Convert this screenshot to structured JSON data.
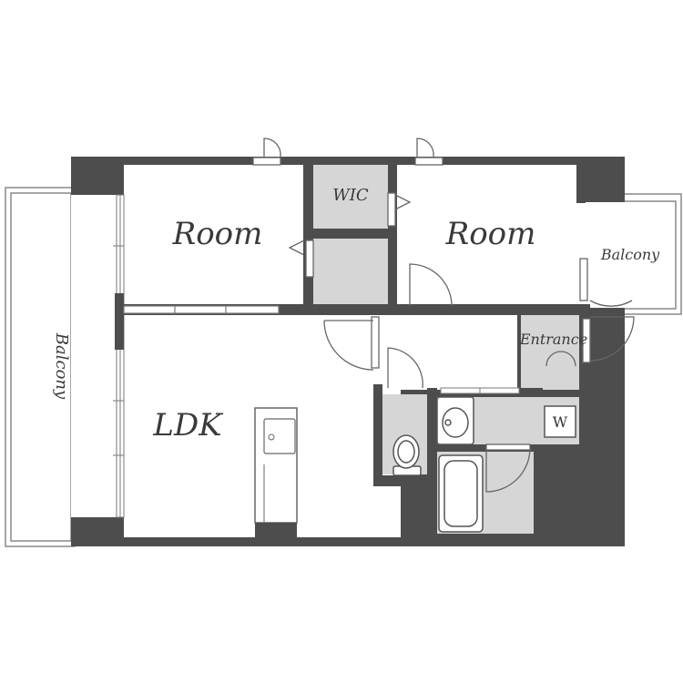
{
  "rooms": {
    "room_left": "Room",
    "room_right": "Room",
    "wic": "WIC",
    "ldk": "LDK",
    "balcony_left": "Balcony",
    "balcony_right": "Balcony",
    "entrance": "Entrance",
    "washer": "W"
  },
  "colors": {
    "wall": "#4d4d4d",
    "wet_area": "#d6d6d6",
    "floor": "#ffffff",
    "line": "#777777"
  }
}
